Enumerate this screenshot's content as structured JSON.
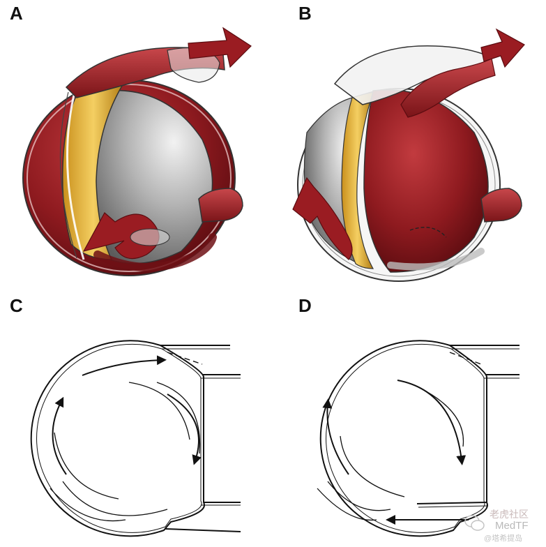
{
  "panels": {
    "a": "A",
    "b": "B",
    "c": "C",
    "d": "D"
  },
  "colors": {
    "blood_red": "#8e1a1f",
    "ring_gold": "#e0b23a",
    "steel_grey": "#9a9a9a",
    "line": "#111111"
  },
  "watermark": {
    "line1": "老虎社区",
    "line2": "MedTF",
    "line3": "@塔希提岛"
  }
}
